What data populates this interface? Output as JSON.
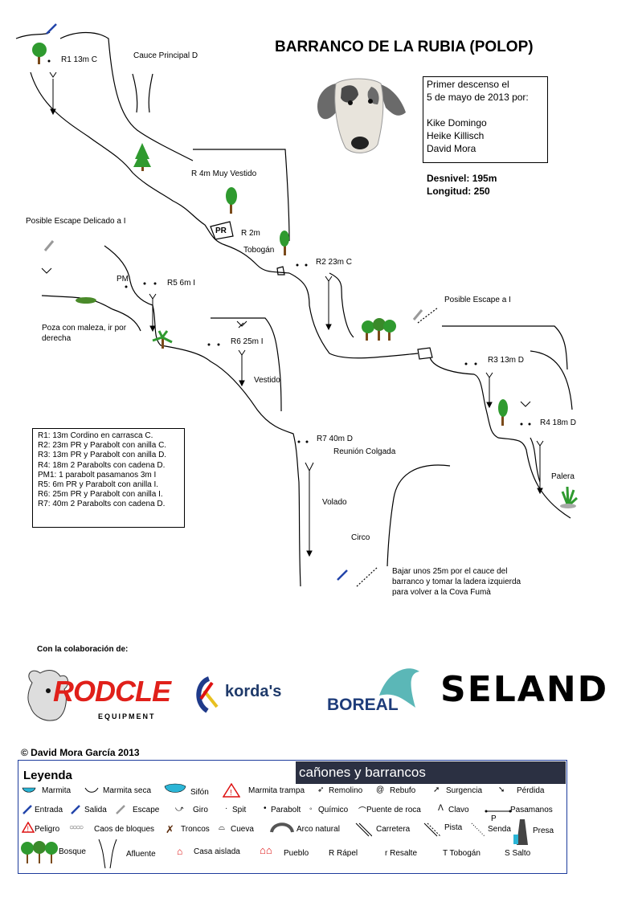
{
  "title": "BARRANCO DE LA RUBIA (POLOP)",
  "first_descent": {
    "line1": "Primer descenso el",
    "line2": "5 de mayo de 2013 por:",
    "names": [
      "Kike Domingo",
      "Heike Killisch",
      "David Mora"
    ]
  },
  "stats": {
    "desnivel": "Desnivel: 195m",
    "longitud": "Longitud: 250"
  },
  "map_labels": {
    "r1": "R1 13m  C",
    "cauce": "Cauce Principal D",
    "r_4m": "R 4m Muy Vestido",
    "escape_delicado": "Posible Escape Delicado a I",
    "pr": "PR",
    "r_2m": "R  2m",
    "tobogan": "Tobogán",
    "r2": "R2  23m  C",
    "pm": "PM",
    "r5": "R5  6m  I",
    "poza": "Poza con maleza, ir por",
    "poza2": "derecha",
    "r6": "R6  25m  I",
    "vestido": "Vestido",
    "escape_i": "Posible Escape a I",
    "r3": "R3  13m  D",
    "r4": "R4  18m  D",
    "r7": "R7  40m  D",
    "reunion": "Reunión Colgada",
    "volado": "Volado",
    "circo": "Circo",
    "palera": "Palera",
    "exit1": "Bajar unos 25m por el cauce del",
    "exit2": "barranco y tomar la ladera izquierda",
    "exit3": "para volver a la Cova Fumà"
  },
  "rappels": [
    "R1: 13m  Cordino en carrasca C.",
    "R2: 23m  PR y Parabolt con anilla C.",
    "R3: 13m  PR y Parabolt con anilla D.",
    "R4: 18m  2 Parabolts con cadena D.",
    "PM1: 1 parabolt pasamanos 3m   I",
    "R5:   6m  PR y Parabolt con anilla I.",
    "R6: 25m  PR y Parabolt con anilla I.",
    "R7: 40m  2 Parabolts con cadena D."
  ],
  "collab_title": "Con la colaboración de:",
  "sponsors": {
    "rodcle": "RODCLE",
    "rodcle_sub": "EQUIPMENT",
    "kordas": "korda's",
    "boreal": "BOREAL",
    "seland": "SELAND"
  },
  "copyright": "© David Mora García   2013",
  "legend": {
    "title": "Leyenda",
    "banner": "cañones y barrancos",
    "items": {
      "marmita": "Marmita",
      "marmita_seca": "Marmita seca",
      "sifon": "Sifón",
      "marmita_trampa": "Marmita trampa",
      "remolino": "Remolino",
      "rebufo": "Rebufo",
      "surgencia": "Surgencia",
      "perdida": "Pérdida",
      "entrada": "Entrada",
      "salida": "Salida",
      "escape": "Escape",
      "giro": "Giro",
      "spit": "Spit",
      "parabolt": "Parabolt",
      "quimico": "Químico",
      "puente": "Puente de roca",
      "clavo": "Clavo",
      "pasamanos": "Pasamanos",
      "p_letter": "P",
      "peligro": "Peligro",
      "caos": "Caos de bloques",
      "troncos": "Troncos",
      "cueva": "Cueva",
      "arco": "Arco natural",
      "carretera": "Carretera",
      "pista": "Pista",
      "senda": "Senda",
      "presa": "Presa",
      "bosque": "Bosque",
      "afluente": "Afluente",
      "casa": "Casa aislada",
      "pueblo": "Pueblo",
      "rapel": "R Rápel",
      "resalte": "r Resalte",
      "tobogan": "T Tobogán",
      "salto": "S Salto"
    }
  },
  "colors": {
    "tree": "#2f9a2f",
    "trunk": "#7a4a1a",
    "water": "#2bb5d6",
    "arrow_blue": "#2244aa",
    "danger": "#d11",
    "boreal": "#1e3c7a",
    "boreal_wave": "#5bb7b7",
    "rodcle": "#e0201a"
  }
}
